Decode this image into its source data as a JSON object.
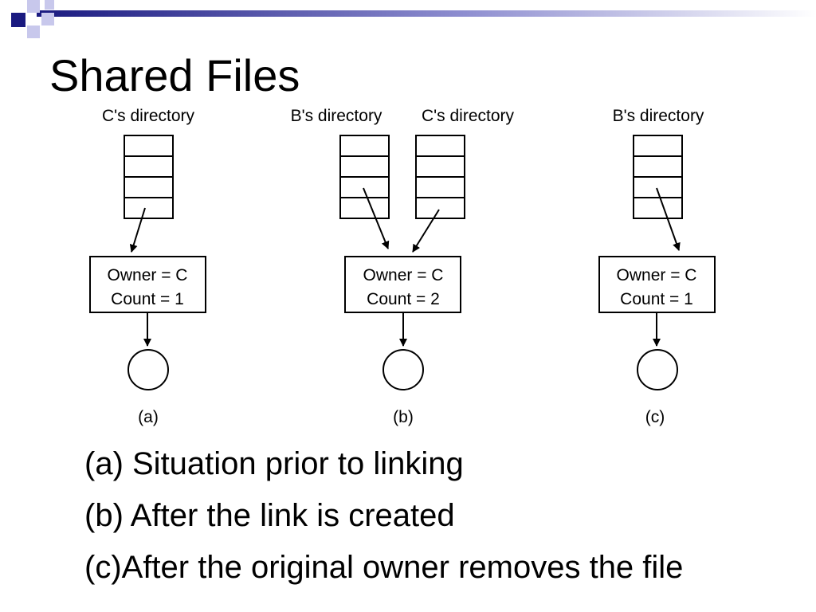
{
  "slide": {
    "title": "Shared Files",
    "accent_colors": {
      "navy": "#1a1a80",
      "light": "#c8c8ec"
    }
  },
  "figure": {
    "panels": [
      {
        "directories": [
          "C's directory"
        ],
        "inode": {
          "owner_line": "Owner = C",
          "count_line": "Count = 1"
        },
        "label": "(a)"
      },
      {
        "directories": [
          "B's directory",
          "C's directory"
        ],
        "inode": {
          "owner_line": "Owner = C",
          "count_line": "Count = 2"
        },
        "label": "(b)"
      },
      {
        "directories": [
          "B's directory"
        ],
        "inode": {
          "owner_line": "Owner = C",
          "count_line": "Count = 1"
        },
        "label": "(c)"
      }
    ]
  },
  "captions": [
    "(a) Situation prior to linking",
    "(b) After the link is created",
    "(c)After the original owner removes the file"
  ]
}
